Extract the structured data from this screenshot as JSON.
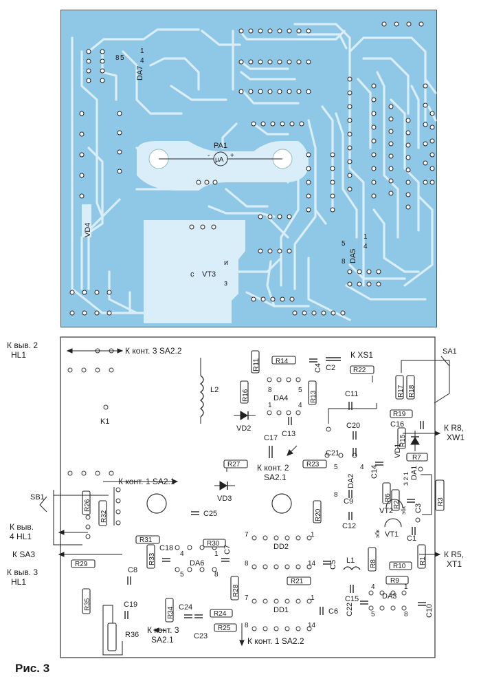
{
  "figure": {
    "caption": "Рис. 3"
  },
  "pcb_view": {
    "labels": {
      "da7": "DA7",
      "da7_pin8": "8",
      "da7_pin5": "5",
      "da7_pin1": "1",
      "da7_pin4": "4",
      "pa1": "PA1",
      "pa1_unit": "μA",
      "pa1_minus": "-",
      "pa1_plus": "+",
      "vd4": "VD4",
      "vt3": "VT3",
      "vt3_c": "с",
      "vt3_i": "и",
      "vt3_z": "з",
      "da5": "DA5",
      "da5_pin8": "8",
      "da5_pin5": "5",
      "da5_pin1": "1",
      "da5_pin4": "4"
    },
    "colors": {
      "board": "#8fc8e6",
      "copper": "#d9eef9"
    }
  },
  "component_view": {
    "components": {
      "k1": "K1",
      "l2": "L2",
      "da4": "DA4",
      "vd2": "VD2",
      "c13": "C13",
      "r11": "R11",
      "r14": "R14",
      "c4": "C4",
      "c2": "C2",
      "r22": "R22",
      "c11": "C11",
      "r13": "R13",
      "r16": "R16",
      "r17": "R17",
      "r18": "R18",
      "r19": "R19",
      "c16": "C16",
      "r15": "R15",
      "vd1": "VD1",
      "r7": "R7",
      "c17": "C17",
      "r27": "R27",
      "vd3": "VD3",
      "c20": "C20",
      "c21": "C21",
      "r23": "R23",
      "da2": "DA2",
      "c14": "C14",
      "da1": "DA1",
      "r6": "R6",
      "r2": "R2",
      "vt2": "VT2",
      "c3": "C3",
      "r3": "R3",
      "c9": "C9",
      "c12": "C12",
      "vt1": "VT1",
      "c1": "C1",
      "r1": "R1",
      "r20": "R20",
      "r26": "R26",
      "r32": "R32",
      "c25": "C25",
      "r31": "R31",
      "r30": "R30",
      "dd2": "DD2",
      "c18": "C18",
      "r33": "R33",
      "da6": "DA6",
      "c7": "C7",
      "r29": "R29",
      "c8": "C8",
      "r28": "R28",
      "r8": "R8",
      "l1": "L1",
      "c5": "C5",
      "c15": "C15",
      "r21": "R21",
      "r10": "R10",
      "r9": "R9",
      "r35": "R35",
      "c19": "C19",
      "r36": "R36",
      "r34": "R34",
      "c24": "C24",
      "c23": "C23",
      "r24": "R24",
      "r25": "R25",
      "dd1": "DD1",
      "c6": "C6",
      "c22": "C22",
      "da3": "DA3",
      "c10": "C10",
      "sa1": "SA1",
      "sb1": "SB1"
    },
    "pins": {
      "da4_8": "8",
      "da4_5": "5",
      "da4_1": "1",
      "da4_4": "4",
      "da2_5": "5",
      "da2_4": "4",
      "da2_8": "8",
      "dd2_7": "7",
      "dd2_1": "1",
      "dd2_14": "14",
      "dd2_8": "8",
      "da6_4": "4",
      "da6_1": "1",
      "da6_5": "5",
      "da6_8": "8",
      "dd1_7": "7",
      "dd1_1": "1",
      "dd1_14": "14",
      "dd1_8": "8",
      "da3_4": "4",
      "da3_1": "1",
      "da3_5": "5",
      "da3_8": "8",
      "vt2_pins": "эбк",
      "vt1_pins": "эбк",
      "da1_pins": "3 2 1"
    },
    "connections": {
      "hl1_pin2_a": "К выв. 2",
      "hl1_pin2_b": "HL1",
      "sa22_k3": "К конт. 3 SA2.2",
      "xs1": "К XS1",
      "r8_a": "К R8,",
      "r8_b": "XW1",
      "sa21_k2_a": "К конт. 2",
      "sa21_k2_b": "SA2.1",
      "sa21_k1": "К конт. 1 SA2.1",
      "hl1_pin4_a": "К выв.",
      "hl1_pin4_b": "4 HL1",
      "sa3": "К SA3",
      "r5_a": "К R5,",
      "r5_b": "XT1",
      "hl1_pin3_a": "К выв. 3",
      "hl1_pin3_b": "HL1",
      "sa21_k3_a": "К конт. 3",
      "sa21_k3_b": "SA2.1",
      "sa22_k1": "К конт. 1 SA2.2"
    }
  }
}
